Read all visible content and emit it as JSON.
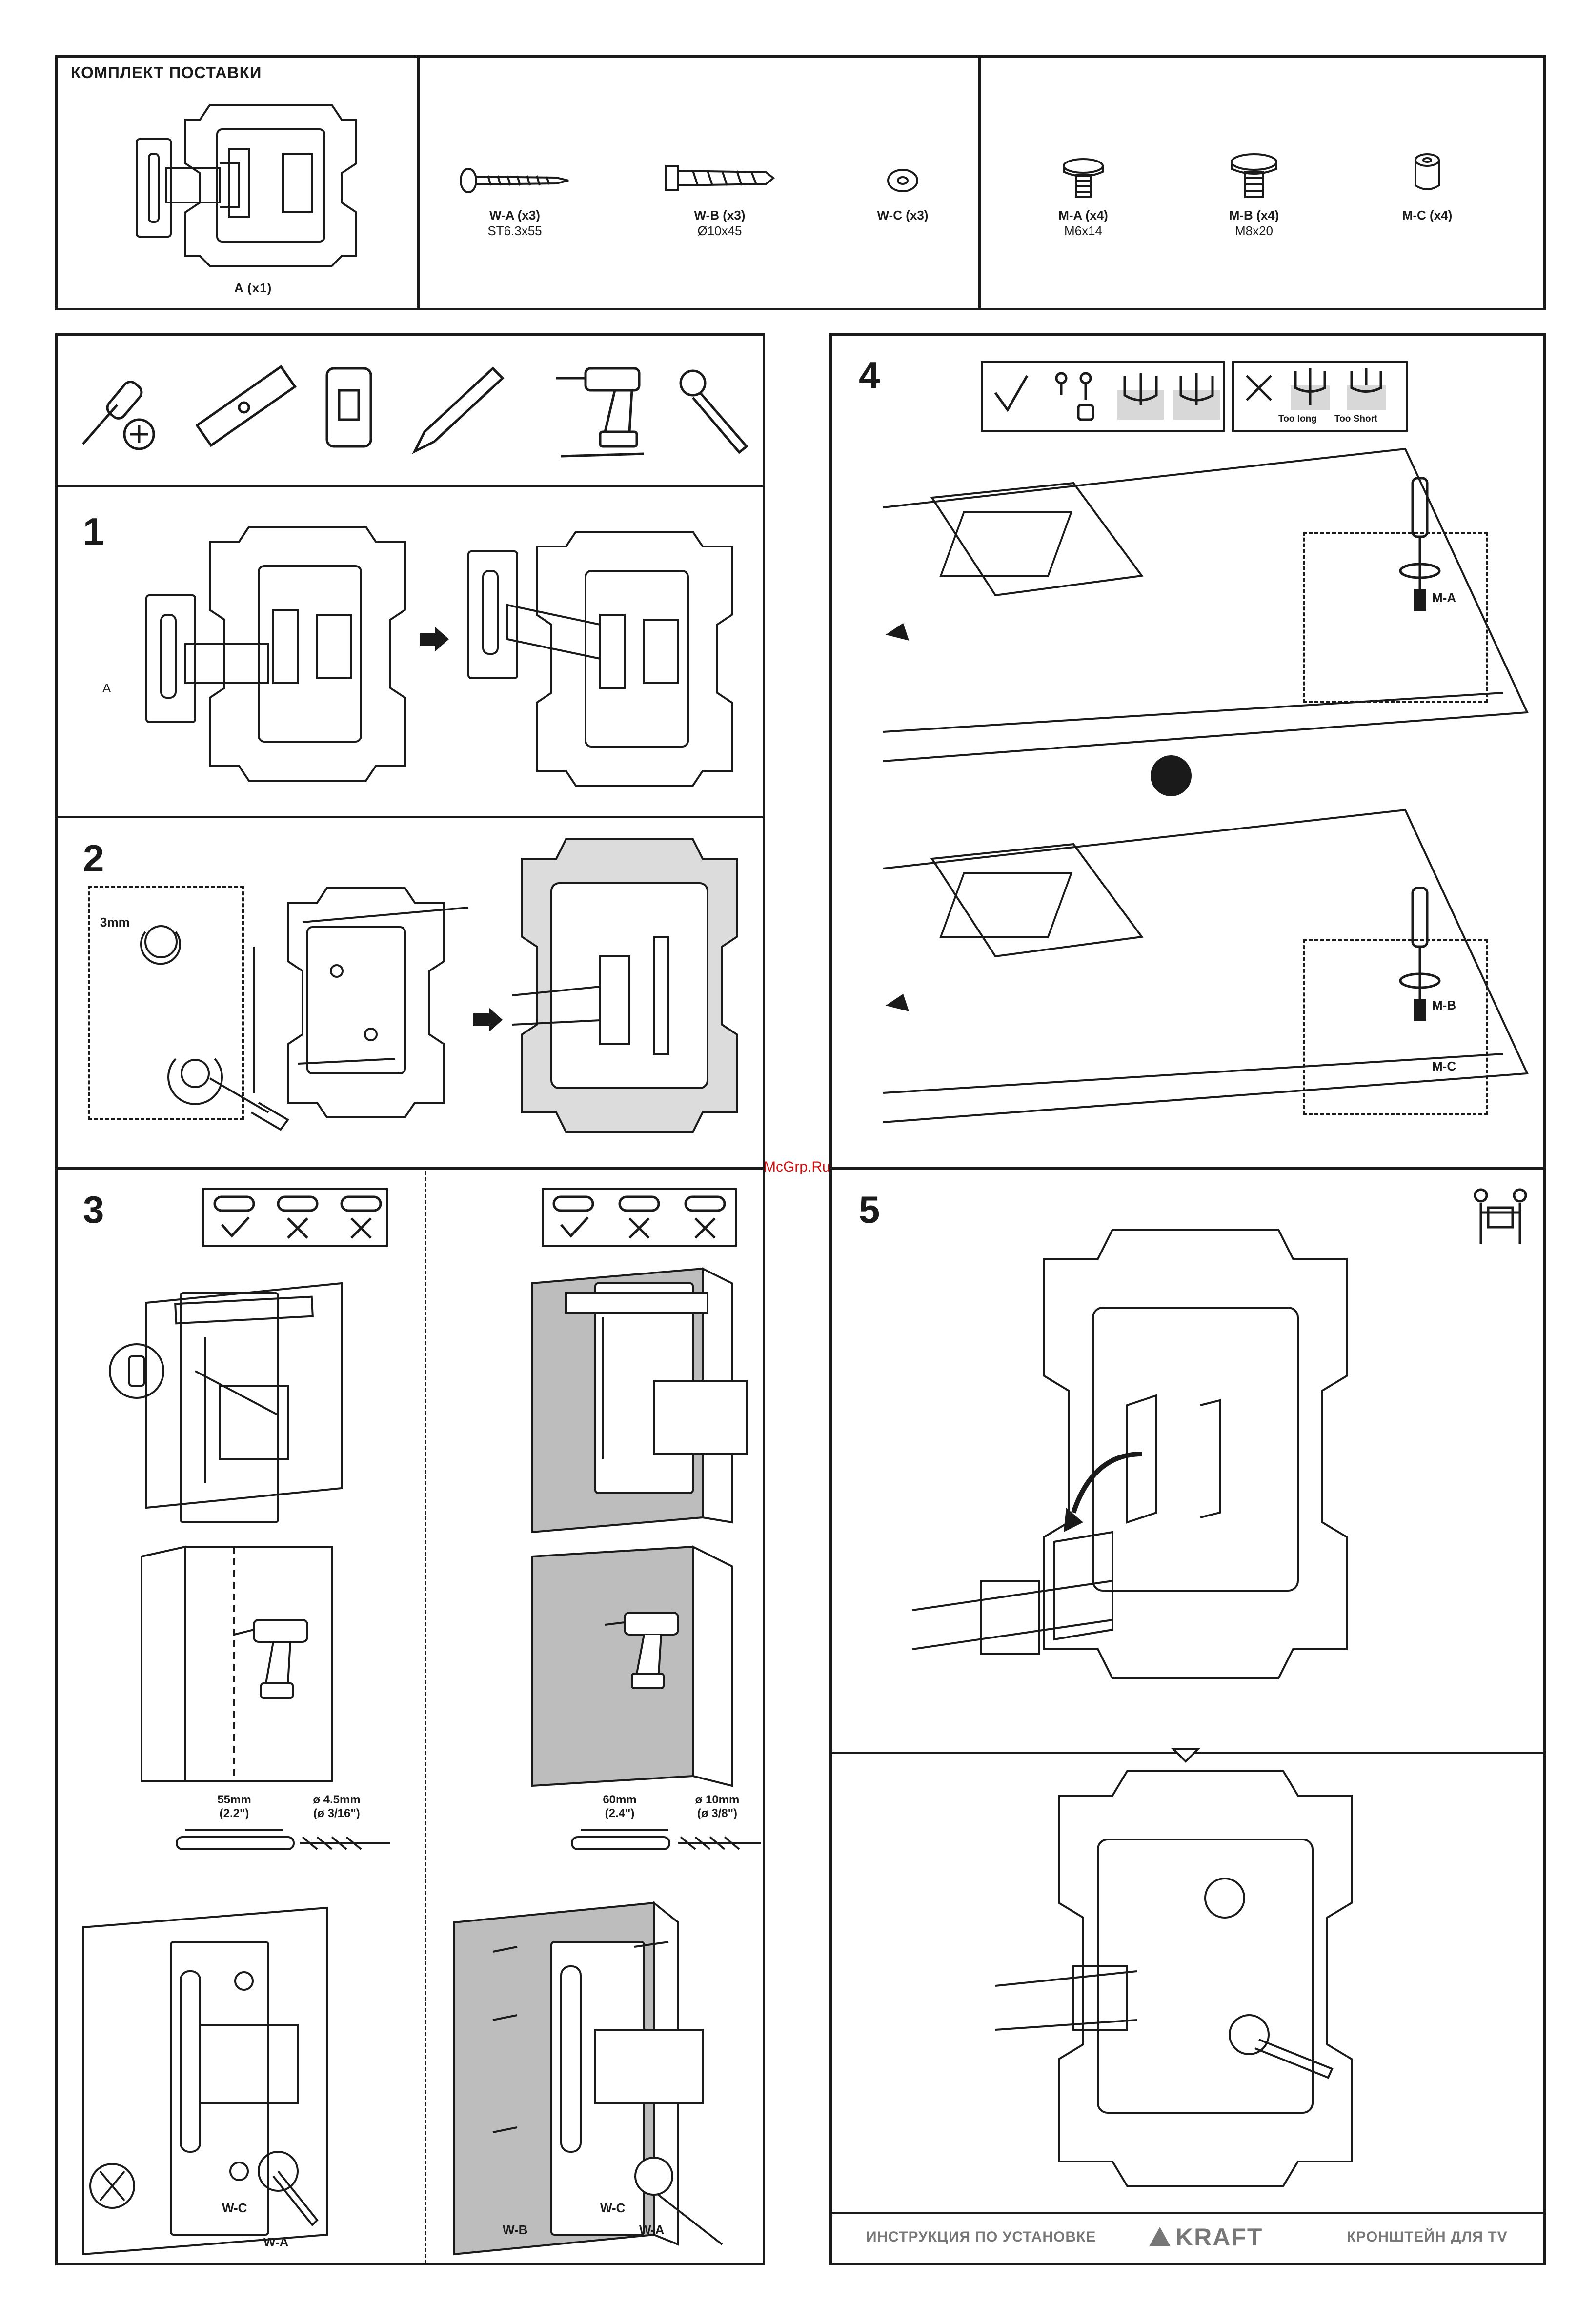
{
  "kit": {
    "title": "КОМПЛЕКТ ПОСТАВКИ",
    "bracket_label": "A (x1)",
    "wall_parts": [
      {
        "code": "W-A (x3)",
        "spec": "ST6.3x55"
      },
      {
        "code": "W-B (x3)",
        "spec": "Ø10x45"
      },
      {
        "code": "W-C (x3)",
        "spec": ""
      }
    ],
    "tv_parts": [
      {
        "code": "M-A (x4)",
        "spec": "M6x14"
      },
      {
        "code": "M-B (x4)",
        "spec": "M8x20"
      },
      {
        "code": "M-C (x4)",
        "spec": ""
      }
    ]
  },
  "tools": [
    "screwdriver-icon",
    "level-icon",
    "stud-finder-icon",
    "pencil-icon",
    "drill-icon",
    "socket-wrench-icon"
  ],
  "steps": {
    "s1": {
      "num": "1",
      "callout_a": "A"
    },
    "s2": {
      "num": "2",
      "hex": "3mm"
    },
    "s3": {
      "num": "3",
      "wood": {
        "spacing": "55mm",
        "spacing_in": "(2.2\")",
        "drill": "ø 4.5mm",
        "drill_in": "(ø 3/16\")"
      },
      "concrete": {
        "spacing": "60mm",
        "spacing_in": "(2.4\")",
        "drill": "ø 10mm",
        "drill_in": "(ø 3/8\")"
      },
      "labels": {
        "wc": "W-C",
        "wa": "W-A",
        "wb": "W-B"
      }
    },
    "s4": {
      "num": "4",
      "too_long": "Too long",
      "too_short": "Too Short",
      "ma": "M-A",
      "mb": "M-B",
      "mc": "M-C"
    },
    "s5": {
      "num": "5"
    }
  },
  "footer": {
    "left": "ИНСТРУКЦИЯ ПО УСТАНОВКЕ",
    "brand": "KRAFT",
    "right": "КРОНШТЕЙН ДЛЯ TV"
  },
  "watermark": "McGrp.Ru"
}
